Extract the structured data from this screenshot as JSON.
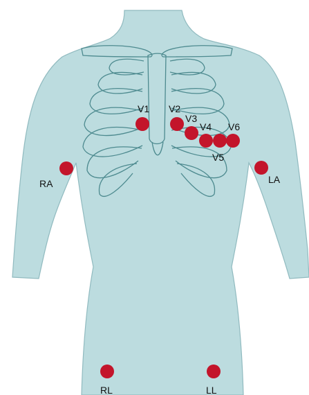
{
  "colors": {
    "body_fill": "#bcdcdf",
    "body_stroke": "#90babf",
    "ribcage_stroke": "#4d8a8f",
    "electrode_fill": "#c3152b",
    "label_text": "#111111"
  },
  "electrodes": {
    "ra": {
      "label": "RA"
    },
    "la": {
      "label": "LA"
    },
    "rl": {
      "label": "RL"
    },
    "ll": {
      "label": "LL"
    },
    "v1": {
      "label": "V1"
    },
    "v2": {
      "label": "V2"
    },
    "v3": {
      "label": "V3"
    },
    "v4": {
      "label": "V4"
    },
    "v5": {
      "label": "V5"
    },
    "v6": {
      "label": "V6"
    }
  }
}
